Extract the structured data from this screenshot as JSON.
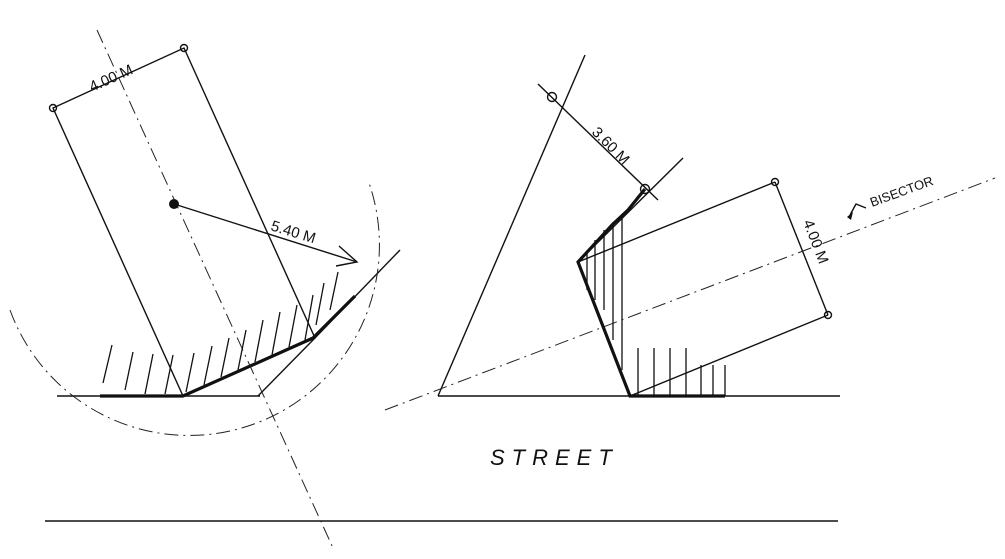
{
  "labels": {
    "left_width": "4.00 M",
    "radius": "5.40 M",
    "right_gap": "3.60 M",
    "right_width": "4.00 M",
    "bisector": "BISECTOR",
    "street": "STREET"
  }
}
